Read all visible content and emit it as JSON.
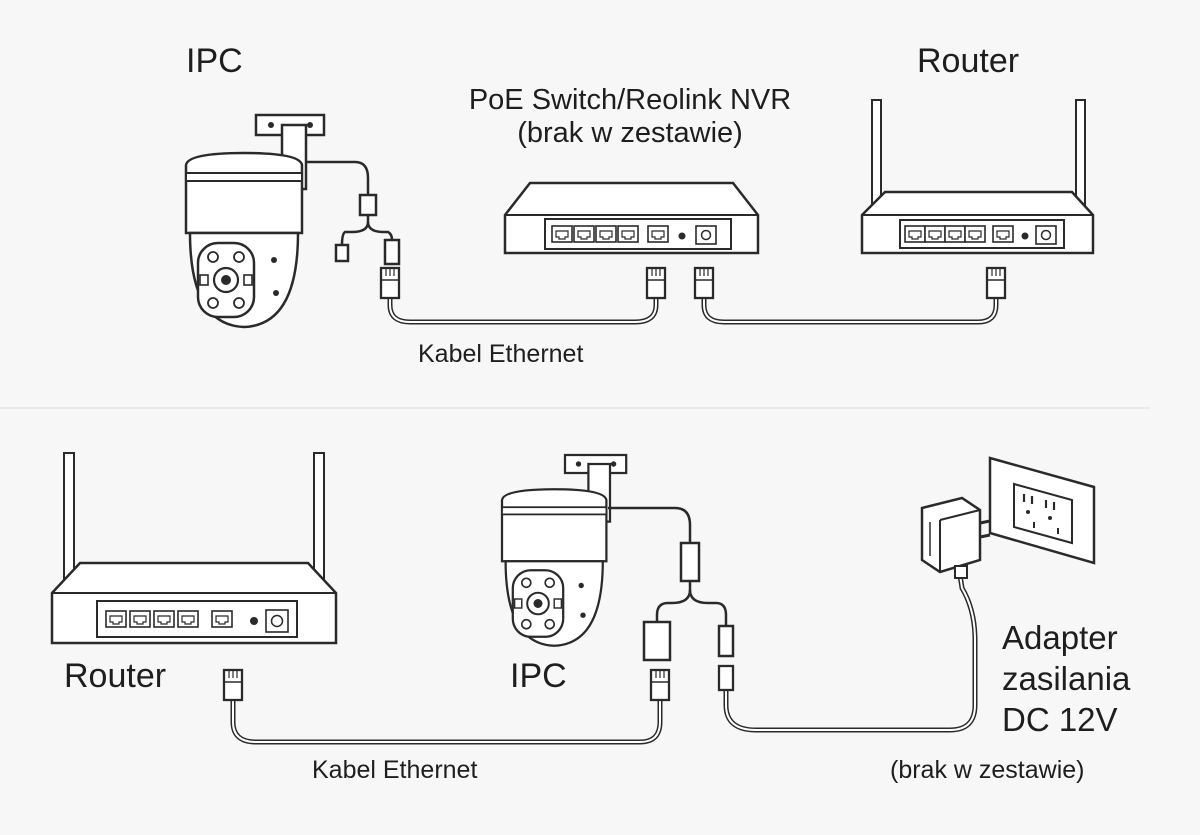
{
  "top": {
    "ipc_label": "IPC",
    "switch_label_line1": "PoE Switch/Reolink NVR",
    "switch_label_line2": "(brak w zestawie)",
    "router_label": "Router",
    "cable_label": "Kabel Ethernet"
  },
  "bottom": {
    "router_label": "Router",
    "ipc_label": "IPC",
    "cable_label": "Kabel Ethernet",
    "adapter_line1": "Adapter",
    "adapter_line2": "zasilania",
    "adapter_line3": "DC 12V",
    "adapter_note": "(brak w zestawie)"
  },
  "colors": {
    "background": "#f7f7f7",
    "line": "#2a2a2a",
    "device_fill": "#ffffff",
    "divider": "#e6e6e6"
  }
}
